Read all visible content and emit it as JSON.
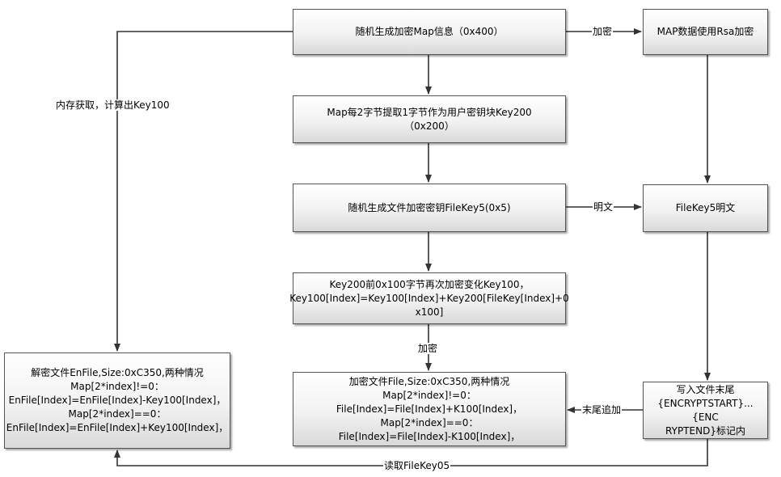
{
  "boxes": {
    "gen_map": "随机生成加密Map信息（0x400）",
    "rsa": "MAP数据使用Rsa加密",
    "key200": [
      "Map每2字节提取1字节作为用户密钥块Key200",
      "（0x200）"
    ],
    "gen_filekey": "随机生成文件加密密钥FileKey5(0x5)",
    "filekey_plain": "FileKey5明文",
    "key100": [
      "Key200前0x100字节再次加密变化Key100，",
      "Key100[Index]=Key100[Index]+Key200[FileKey[Index]+0",
      "x100]"
    ],
    "encrypt": [
      "加密文件File,Size:0xC350,两种情况",
      "Map[2*index]!=0：",
      "File[Index]=File[Index]+K100[Index]，",
      "Map[2*index]==0：",
      "File[Index]=File[Index]-K100[Index]，"
    ],
    "decrypt": [
      "解密文件EnFile,Size:0xC350,两种情况",
      "Map[2*index]!=0：",
      "EnFile[Index]=EnFile[Index]-Key100[Index]，",
      "Map[2*index]==0：",
      "EnFile[Index]=EnFile[Index]+Key100[Index]，"
    ],
    "write_tail": [
      "写入文件末尾",
      "{ENCRYPTSTART}...{ENC",
      "RYPTEND}标记内"
    ]
  },
  "edge_labels": {
    "encrypt_rsa": "加密",
    "plaintext": "明文",
    "memory_key100": "内存获取，计算出Key100",
    "encrypt_down": "加密",
    "append_tail": "末尾追加",
    "read_filekey": "读取FileKey05"
  }
}
